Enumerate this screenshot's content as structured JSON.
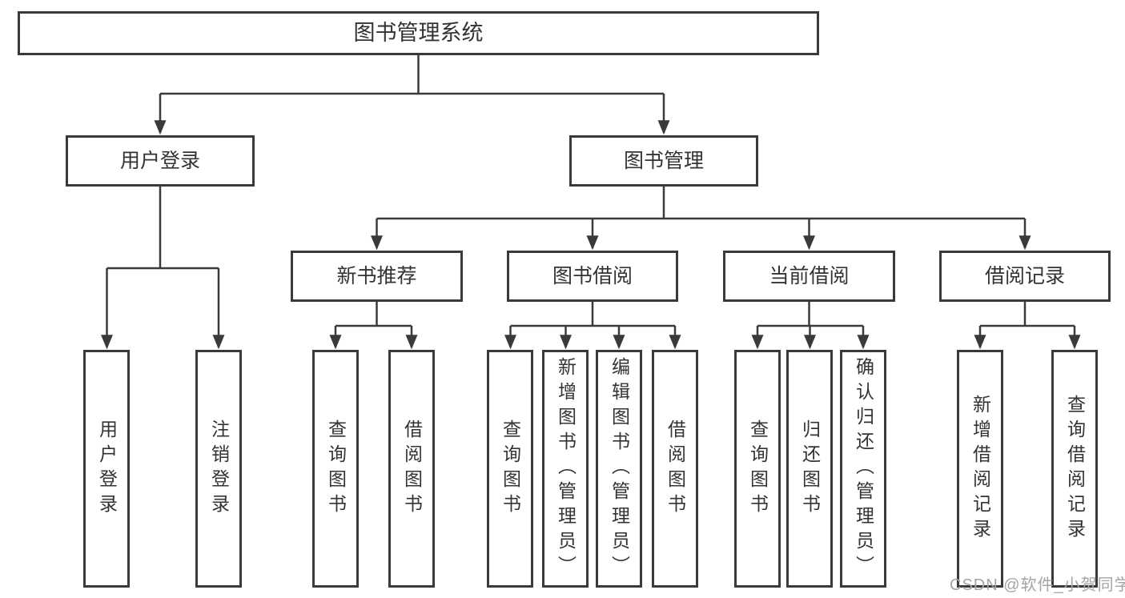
{
  "colors": {
    "background": "#ffffff",
    "line": "#3a3a3a",
    "box_border": "#3a3a3a",
    "box_text": "#333333",
    "watermark_text": "#a5a5a5"
  },
  "watermark": {
    "text": "CSDN @软件_小贺同学"
  },
  "tree": {
    "root": {
      "label": "图书管理系统"
    },
    "branches": [
      {
        "label": "用户登录",
        "leaves": [
          {
            "label": "用户登录"
          },
          {
            "label": "注销登录"
          }
        ]
      },
      {
        "label": "图书管理",
        "groups": [
          {
            "label": "新书推荐",
            "leaves": [
              {
                "label": "查询图书"
              },
              {
                "label": "借阅图书"
              }
            ]
          },
          {
            "label": "图书借阅",
            "leaves": [
              {
                "label": "查询图书"
              },
              {
                "label": "新增图书（管理员）"
              },
              {
                "label": "编辑图书（管理员）"
              },
              {
                "label": "借阅图书"
              }
            ]
          },
          {
            "label": "当前借阅",
            "leaves": [
              {
                "label": "查询图书"
              },
              {
                "label": "归还图书"
              },
              {
                "label": "确认归还（管理员）"
              }
            ]
          },
          {
            "label": "借阅记录",
            "leaves": [
              {
                "label": "新增借阅记录"
              },
              {
                "label": "查询借阅记录"
              }
            ]
          }
        ]
      }
    ]
  }
}
